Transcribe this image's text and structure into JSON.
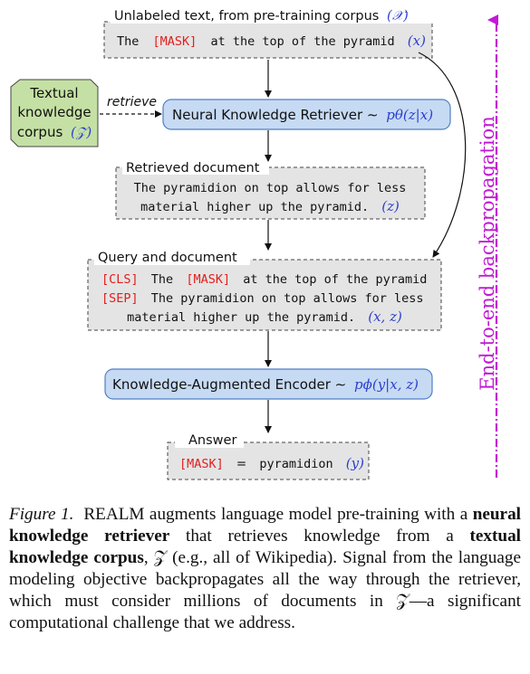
{
  "diagram": {
    "unlabeled_box": {
      "title": "Unlabeled text, from pre-training corpus",
      "title_math": "(𝒳)",
      "mask_token": "[MASK]",
      "text_before": "The",
      "text_after": "at the top of the pyramid",
      "math": "(x)"
    },
    "corpus_box": {
      "line1": "Textual",
      "line2": "knowledge",
      "line3": "corpus",
      "math": "(𝒵)"
    },
    "retrieve_label": "retrieve",
    "retriever_box": {
      "label": "Neural Knowledge Retriever ∼",
      "math": "pθ(z|x)"
    },
    "retrieved_doc_box": {
      "title": "Retrieved document",
      "line1": "The pyramidion on top allows for less",
      "line2": "material higher up the pyramid.",
      "math": "(z)"
    },
    "query_doc_box": {
      "title": "Query and document",
      "cls_token": "[CLS]",
      "line1_a": "The",
      "mask_token": "[MASK]",
      "line1_b": "at the top of the pyramid",
      "sep_token": "[SEP]",
      "line2": "The pyramidion on top allows for less",
      "line3": "material higher up the pyramid.",
      "math": "(x, z)"
    },
    "encoder_box": {
      "label": "Knowledge-Augmented Encoder ∼",
      "math": "pϕ(y|x, z)"
    },
    "answer_box": {
      "title": "Answer",
      "mask_token": "[MASK]",
      "equals": "=",
      "answer": "pyramidion",
      "math": "(y)"
    },
    "side_label": "End-to-end backpropagation"
  },
  "caption": {
    "figure_label": "Figure 1.",
    "part1": "REALM augments language model pre-training with a",
    "bold1": "neural knowledge retriever",
    "part2": "that retrieves knowledge from a",
    "bold2": "textual knowledge corpus",
    "part3": ", 𝒵 (e.g., all of Wikipedia). Signal from the language modeling objective backpropagates all the way through the retriever, which must consider millions of documents in 𝒵—a significant computational challenge that we address."
  },
  "colors": {
    "blue_box_fill": "#c6daf3",
    "blue_box_stroke": "#4f7fc6",
    "gray_box_fill": "#e4e4e4",
    "green_box_fill": "#c5e0a4",
    "mask_red": "#e0201d",
    "math_blue": "#2b3fd0",
    "side_magenta": "#c21ad6"
  }
}
